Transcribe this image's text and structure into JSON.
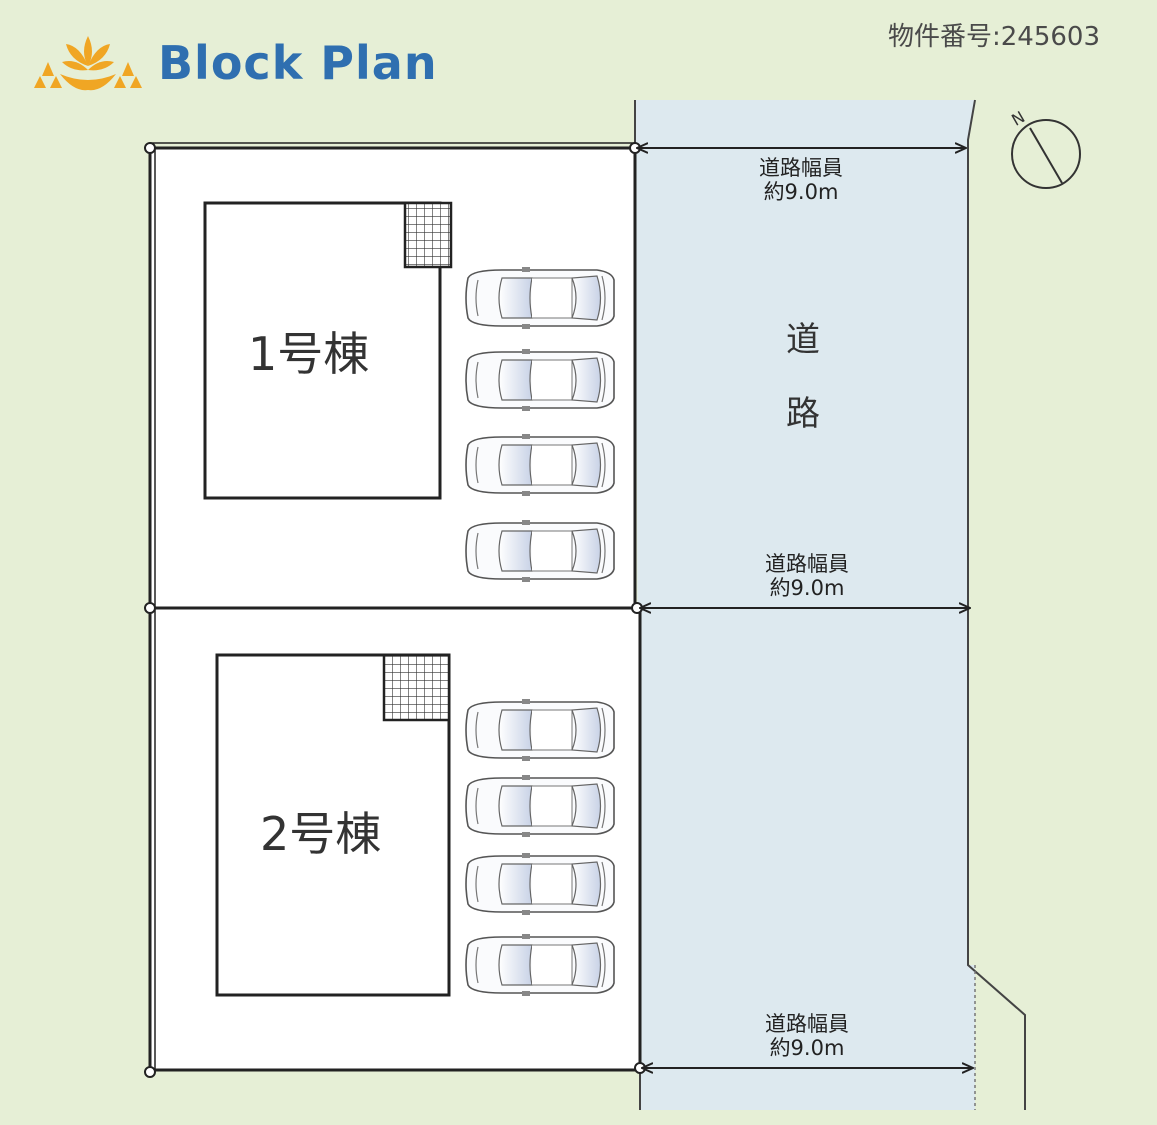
{
  "header": {
    "title": "Block Plan",
    "property_number": "物件番号:245603",
    "logo_icon": "lotus-flower-icon",
    "logo_color": "#f0a624",
    "title_color": "#2f6fb0"
  },
  "buildings": [
    {
      "label": "1号棟"
    },
    {
      "label": "2号棟"
    }
  ],
  "road": {
    "chars": [
      "道",
      "路"
    ],
    "widths": [
      {
        "line1": "道路幅員",
        "line2": "約9.0m"
      },
      {
        "line1": "道路幅員",
        "line2": "約9.0m"
      },
      {
        "line1": "道路幅員",
        "line2": "約9.0m"
      }
    ],
    "color": "#dde9ef"
  },
  "compass": {
    "label": "N",
    "icon": "north-arrow-icon"
  },
  "parking": {
    "spaces_per_lot": 4,
    "lots": 2
  }
}
